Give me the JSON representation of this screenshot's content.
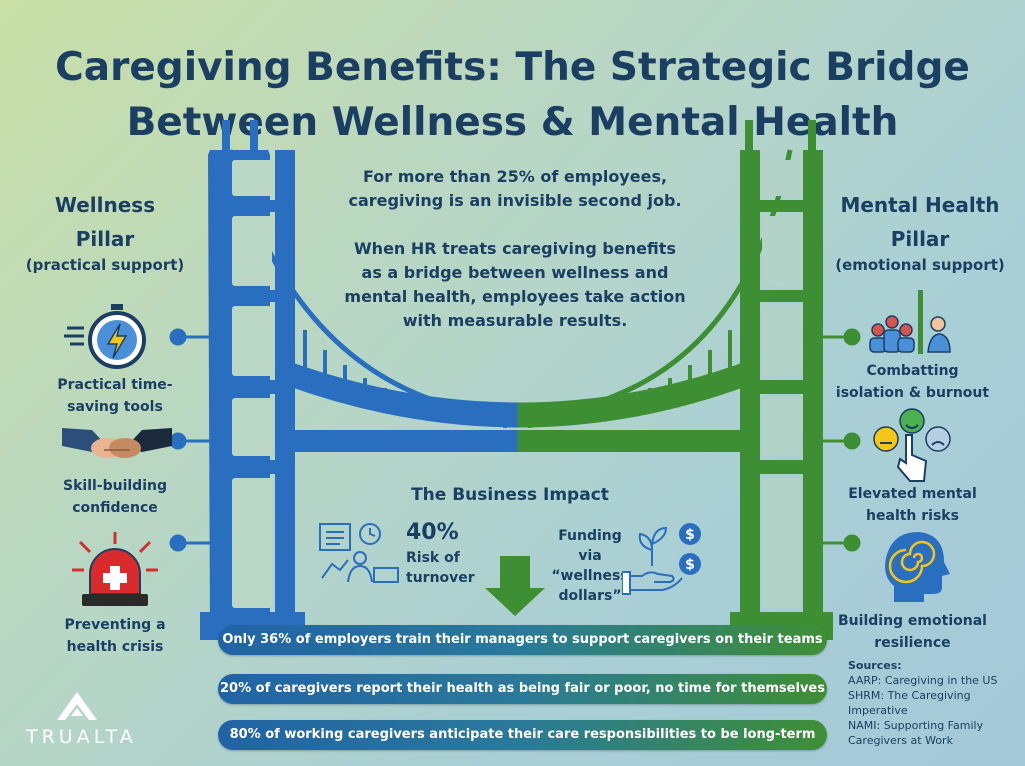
{
  "title": {
    "line1": "Caregiving Benefits: The Strategic Bridge",
    "line2": "Between Wellness & Mental Health"
  },
  "left_pillar": {
    "title_line1": "Wellness",
    "title_line2": "Pillar",
    "subtitle": "(practical support)",
    "items": [
      {
        "label_line1": "Practical time-",
        "label_line2": "saving tools",
        "icon": "stopwatch-lightning-icon"
      },
      {
        "label_line1": "Skill-building",
        "label_line2": "confidence",
        "icon": "handshake-icon"
      },
      {
        "label_line1": "Preventing a",
        "label_line2": "health crisis",
        "icon": "emergency-siren-icon"
      }
    ]
  },
  "right_pillar": {
    "title_line1": "Mental Health",
    "title_line2": "Pillar",
    "subtitle": "(emotional support)",
    "items": [
      {
        "label_line1": "Combatting",
        "label_line2": "isolation & burnout",
        "icon": "isolated-person-group-icon"
      },
      {
        "label_line1": "Elevated mental",
        "label_line2": "health risks",
        "icon": "mood-faces-selection-icon"
      },
      {
        "label_line1": "Building emotional",
        "label_line2": "resilience",
        "icon": "head-spiral-icon"
      }
    ]
  },
  "center": {
    "line1": "For more than 25% of employees,",
    "line2": "caregiving is an invisible second job.",
    "line3": "When HR treats caregiving benefits",
    "line4": "as a bridge between wellness and",
    "line5": "mental health, employees take action",
    "line6": "with measurable results."
  },
  "impact": {
    "title": "The Business Impact",
    "stat_value": "40%",
    "stat_label_line1": "Risk of",
    "stat_label_line2": "turnover",
    "funding_line1": "Funding via",
    "funding_line2": "“wellness",
    "funding_line3": "dollars”"
  },
  "bars": [
    "Only 36% of employers train their managers to support caregivers on their teams",
    "20% of caregivers report their health as being fair or poor, no time for themselves",
    "80% of working caregivers anticipate their care responsibilities to be long-term"
  ],
  "sources": {
    "heading": "Sources:",
    "lines": [
      "AARP: Caregiving in the US",
      "SHRM: The Caregiving",
      "Imperative",
      "NAMI: Supporting Family",
      "Caregivers at Work"
    ]
  },
  "logo": {
    "text": "TRUALTA"
  },
  "colors": {
    "navy": "#1b3f62",
    "bridge_blue": "#2a6fbf",
    "bridge_green": "#3e8f33"
  }
}
